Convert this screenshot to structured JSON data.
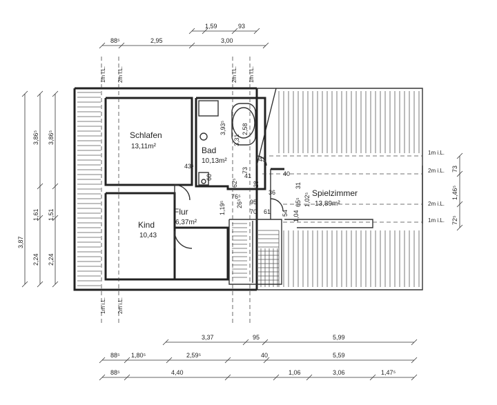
{
  "rooms": {
    "schlafen": {
      "name": "Schlafen",
      "area": "13,11m²"
    },
    "bad": {
      "name": "Bad",
      "area": "10,13m²"
    },
    "flur": {
      "name": "Flur",
      "area": "6,37m²"
    },
    "kind": {
      "name": "Kind",
      "area": "10,43"
    },
    "spielzimmer": {
      "name": "Spielzimmer",
      "area": "13,89m²"
    }
  },
  "height_labels": {
    "one_m": "1m i.L.",
    "two_m": "2m i.L."
  },
  "top_dims": {
    "row1": [
      "1,59",
      "93"
    ],
    "row2": [
      "88⁵",
      "2,95",
      "3,00"
    ]
  },
  "bottom_dims": {
    "row1": [
      "3,37",
      "95",
      "5,99"
    ],
    "row2": [
      "88⁵",
      "1,80⁵",
      "2,59⁵",
      "40",
      "5,59"
    ],
    "row3": [
      "88⁵",
      "4,40",
      "1,06",
      "3,06",
      "1,47⁵"
    ]
  },
  "left_dims": {
    "col_outer": [
      "3,87"
    ],
    "col_mid": [
      "3,86⁵",
      "1,61",
      "2,24"
    ],
    "col_inner": [
      "3,86⁵",
      "1,51",
      "2,24"
    ]
  },
  "right_dims": [
    "73",
    "1,46⁵",
    "72⁵"
  ],
  "interior_dims": {
    "d393": "3,93⁵",
    "d331": "3,31",
    "d258": "2,58",
    "d73": "73",
    "d43_bad": "43",
    "d435": "43⁵",
    "d60": "60",
    "d625": "62⁵",
    "d41": "41",
    "d40": "40",
    "d765": "76⁵",
    "d265": "26⁵",
    "d36": "36",
    "d1195": "1,19⁵",
    "d95": "95",
    "d70": "70",
    "d61": "61",
    "d655": "65⁵",
    "d31": "31",
    "d1025": "1,02⁵",
    "d54": "54",
    "d104": "1,04",
    "d28": "28"
  }
}
